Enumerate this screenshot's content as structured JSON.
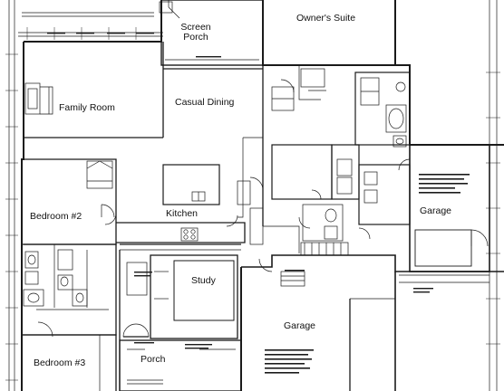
{
  "plan": {
    "rooms": {
      "owners_suite": "Owner's Suite",
      "screen_porch_line1": "Screen",
      "screen_porch_line2": "Porch",
      "family_room": "Family Room",
      "casual_dining": "Casual Dining",
      "kitchen": "Kitchen",
      "bedroom2": "Bedroom #2",
      "study": "Study",
      "garage_main": "Garage",
      "garage_side": "Garage",
      "bedroom3": "Bedroom #3",
      "porch": "Porch"
    },
    "colors": {
      "line": "#1a1a1a",
      "background": "#ffffff"
    }
  }
}
